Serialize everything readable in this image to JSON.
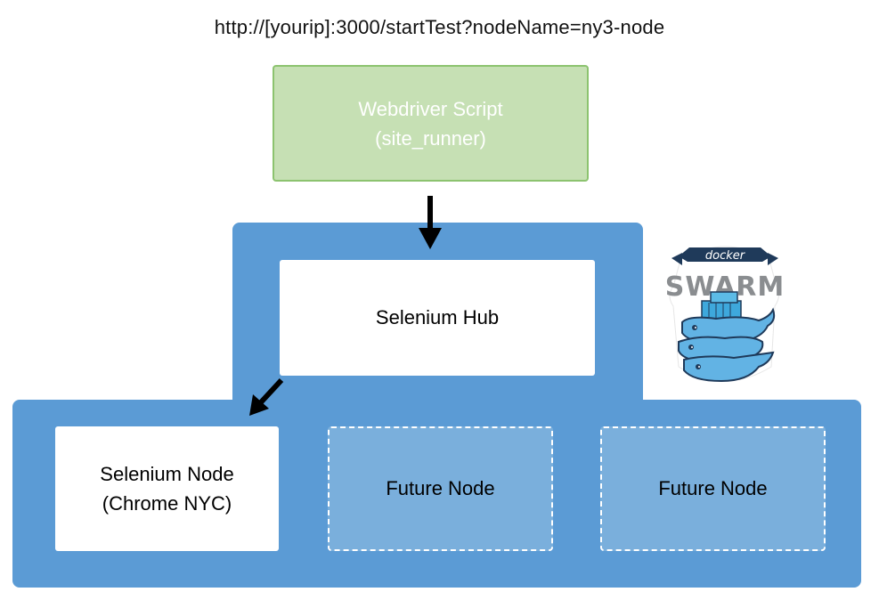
{
  "header": {
    "url": "http://[yourip]:3000/startTest?nodeName=ny3-node"
  },
  "script_box": {
    "line1": "Webdriver Script",
    "line2": "(site_runner)"
  },
  "hub": {
    "label": "Selenium Hub"
  },
  "node": {
    "line1": "Selenium Node",
    "line2": "(Chrome NYC)"
  },
  "future_nodes": [
    {
      "label": "Future Node"
    },
    {
      "label": "Future Node"
    }
  ],
  "logo": {
    "top_text": "docker",
    "bottom_text": "SWARM",
    "icon": "docker-swarm-whale-logo"
  },
  "colors": {
    "panel": "#5b9bd5",
    "script_fill": "#c6e0b4",
    "script_border": "#8cc36f",
    "future_fill": "#7aafdc",
    "arrow": "#000000"
  }
}
